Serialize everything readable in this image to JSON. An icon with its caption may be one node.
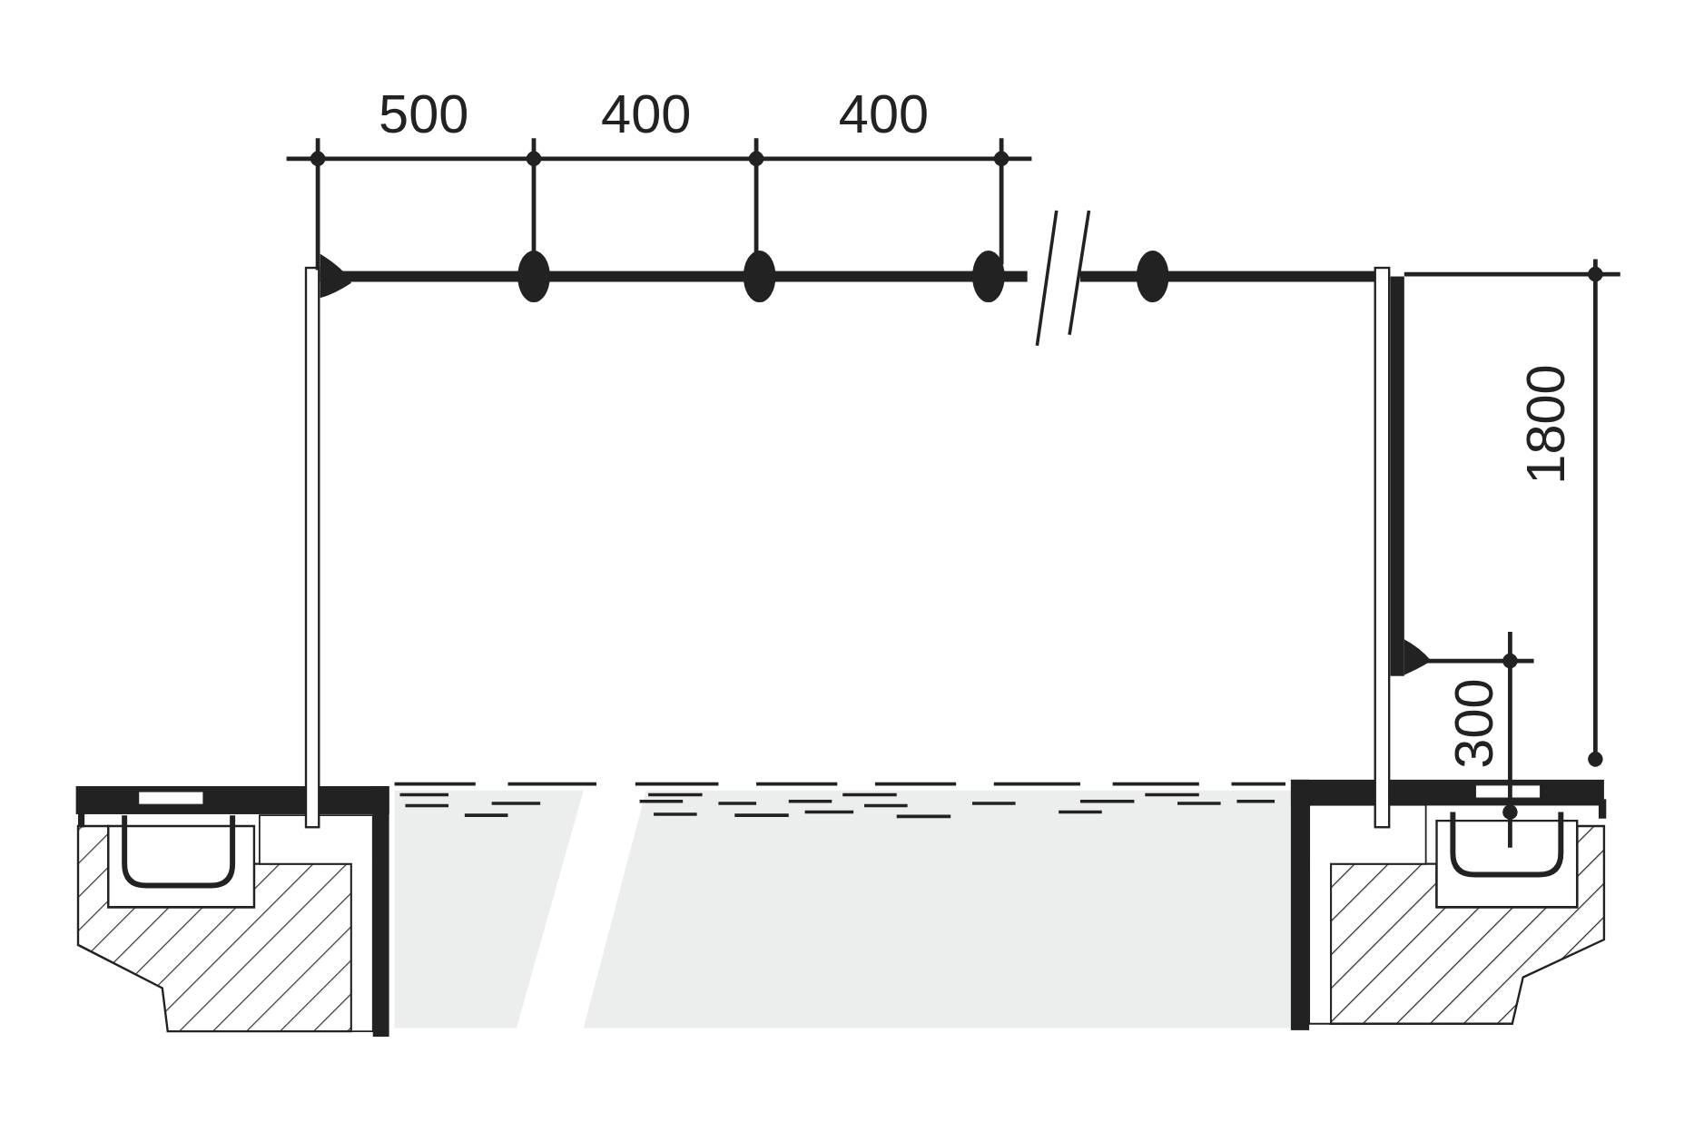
{
  "diagram": {
    "labels": [
      "500",
      "400",
      "400",
      "1800",
      "300"
    ]
  }
}
